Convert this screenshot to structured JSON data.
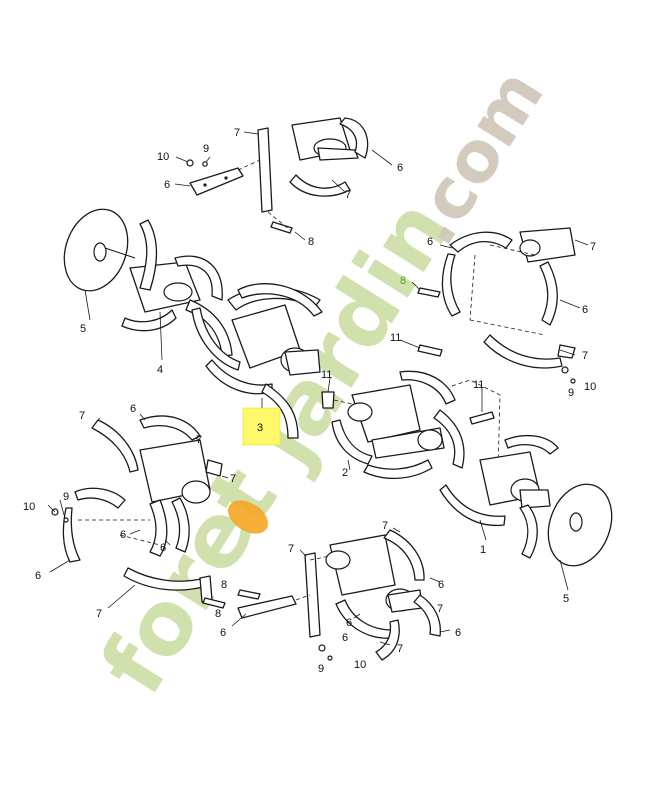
{
  "watermark": {
    "text_part1": "foret",
    "text_part2": "jardin",
    "text_part3": ".com",
    "colors": {
      "green": "#c8dca0",
      "orange": "#f5a623",
      "grey": "#cfc7b8"
    }
  },
  "highlight": {
    "label": "3",
    "color": "#fff86a"
  },
  "labels": {
    "l10a": "10",
    "l9a": "9",
    "l6a": "6",
    "l7a": "7",
    "l6b": "6",
    "l7b": "7",
    "l8a": "8",
    "l5a": "5",
    "l4": "4",
    "l3": "3",
    "l6c": "6",
    "l7c": "7",
    "l8b": "8",
    "l6d": "6",
    "l11a": "11",
    "l7d": "7",
    "l9b": "9",
    "l10b": "10",
    "l11b": "11",
    "l11c": "11",
    "l2": "2",
    "l7e": "7",
    "l6e": "6",
    "l7f": "7",
    "l7g": "7",
    "l10c": "10",
    "l9c": "9",
    "l6f": "6",
    "l6g": "6",
    "l6h": "6",
    "l7h": "7",
    "l1": "1",
    "l5b": "5",
    "l7i": "7",
    "l8c": "8",
    "l8d": "8",
    "l7j": "7",
    "l6i": "6",
    "l7k": "7",
    "l6j": "6",
    "l6k": "6",
    "l6l": "6",
    "l6m": "6",
    "l7l": "7",
    "l9d": "9",
    "l10d": "10"
  }
}
